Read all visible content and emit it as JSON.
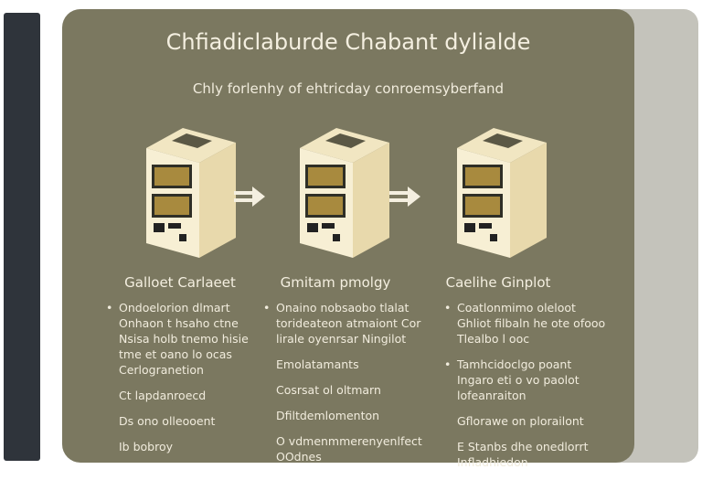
{
  "title": "Chfiadiclaburde Chabant dylialde",
  "subtitle": "Chly forlenhy of ehtricday conroemsyberfand",
  "columns": [
    {
      "heading": "Galloet Carlaeet",
      "items": [
        {
          "text": "Ondoelorion dlmart Onhaon t hsaho ctne Nsisa holb tnemo hisie tme et oano lo ocas Cerlogranetion",
          "bullet": true
        },
        {
          "text": "Ct lapdanroecd",
          "bullet": false
        },
        {
          "text": "Ds ono olleooent",
          "bullet": false
        },
        {
          "text": "Ib bobroy",
          "bullet": false
        }
      ]
    },
    {
      "heading": "Gmitam pmolgy",
      "items": [
        {
          "text": "Onaino nobsaobo tlalat torideateon atmaiont Cor lirale oyenrsar Ningilot",
          "bullet": true
        },
        {
          "text": "Emolatamants",
          "bullet": false
        },
        {
          "text": "Cosrsat ol oltmarn",
          "bullet": false
        },
        {
          "text": "Dfiltdemlomenton",
          "bullet": false
        },
        {
          "text": "O vdmenmmerenyenlfect OOdnes",
          "bullet": false
        }
      ]
    },
    {
      "heading": "Caelihe Ginplot",
      "items": [
        {
          "text": "Coatlonmimo oleloot Ghliot filbaln he ote ofooo Tlealbo l ooc",
          "bullet": true
        },
        {
          "text": "Tamhcidoclgo poant Ingaro eti o vo paolot lofeanraiton",
          "bullet": true
        },
        {
          "text": "Gflorawe on plorailont",
          "bullet": false
        },
        {
          "text": "E Stanbs dhe onedlorrt Infladhiedon",
          "bullet": false
        }
      ]
    }
  ]
}
